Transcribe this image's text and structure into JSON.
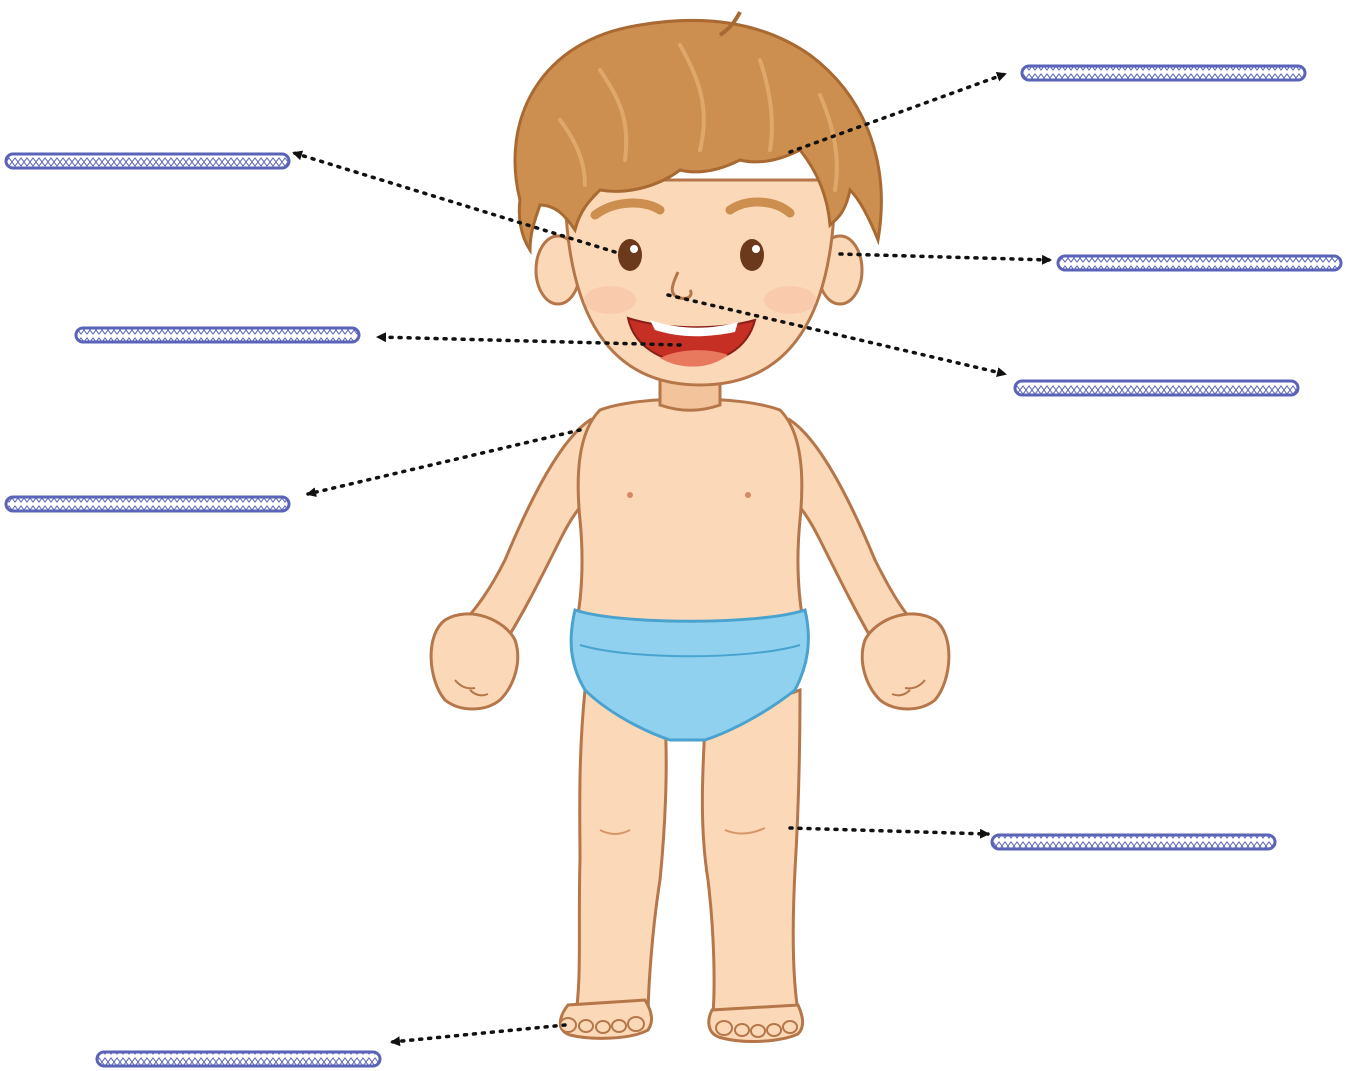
{
  "worksheet": {
    "figure": "boy-in-underwear",
    "label_blanks": [
      {
        "id": "blank-hair",
        "side": "right",
        "value": ""
      },
      {
        "id": "blank-eye",
        "side": "left",
        "value": ""
      },
      {
        "id": "blank-ear",
        "side": "right",
        "value": ""
      },
      {
        "id": "blank-mouth",
        "side": "left",
        "value": ""
      },
      {
        "id": "blank-nose",
        "side": "right",
        "value": ""
      },
      {
        "id": "blank-shoulder",
        "side": "left",
        "value": ""
      },
      {
        "id": "blank-knee",
        "side": "right",
        "value": ""
      },
      {
        "id": "blank-toes",
        "side": "left",
        "value": ""
      }
    ]
  },
  "colors": {
    "skin": "#fbd9b8",
    "skin_shade": "#f3c39b",
    "outline": "#b5764a",
    "hair": "#cd8f4f",
    "hair_dark": "#a86a32",
    "hair_light": "#dfa76a",
    "underwear": "#8fd1ee",
    "underwear_outline": "#4aa3cf",
    "mouth": "#c62f23",
    "tongue": "#e8795f",
    "eye": "#6b3a1c",
    "blank_line": "#5a63b8",
    "blank_fill": "#c9cdf0",
    "arrow": "#111111"
  }
}
